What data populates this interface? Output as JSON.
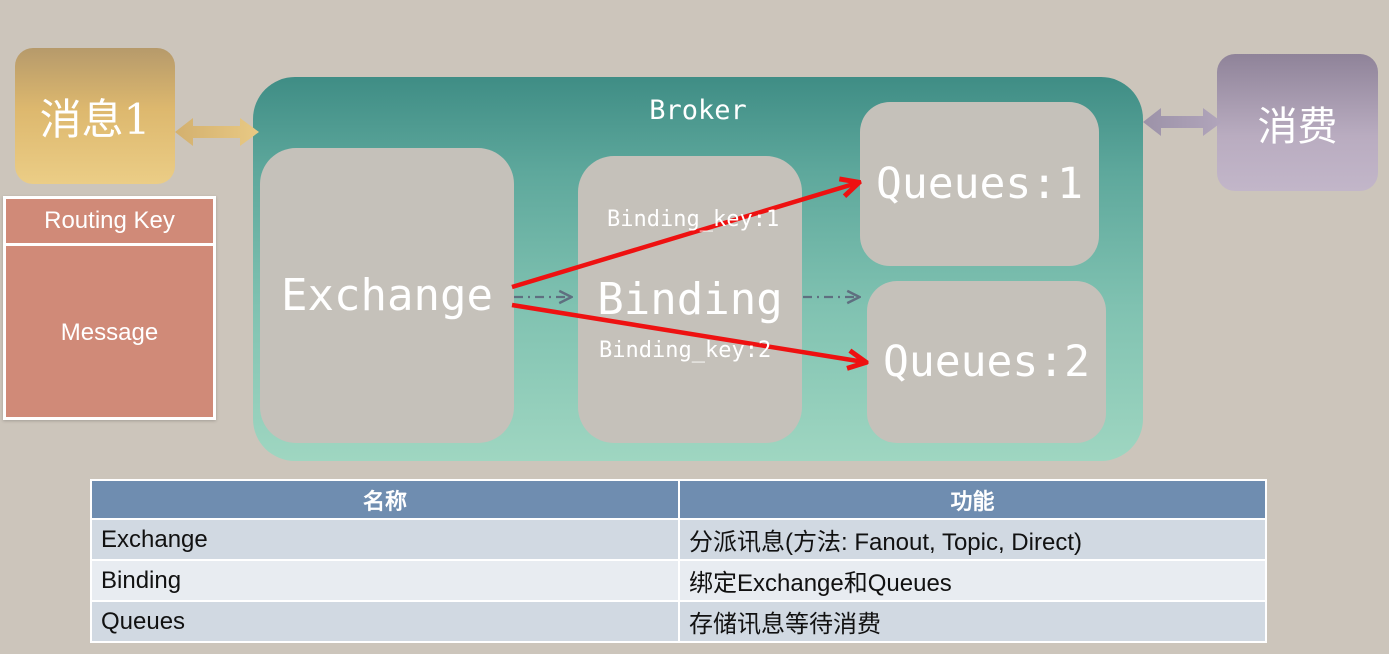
{
  "message": {
    "label": "消息1"
  },
  "consumer": {
    "label": "消费"
  },
  "packet": {
    "routing_key": "Routing Key",
    "message": "Message"
  },
  "broker": {
    "title": "Broker",
    "exchange": "Exchange",
    "binding": "Binding",
    "binding_key_1": "Binding_key:1",
    "binding_key_2": "Binding_key:2",
    "queue_1": "Queues:1",
    "queue_2": "Queues:2"
  },
  "table": {
    "headers": [
      "名称",
      "功能"
    ],
    "rows": [
      [
        "Exchange",
        "分派讯息(方法: Fanout, Topic, Direct)"
      ],
      [
        "Binding",
        "绑定Exchange和Queues"
      ],
      [
        "Queues",
        "存储讯息等待消费"
      ]
    ]
  },
  "colors": {
    "background": "#ccc5bb",
    "broker": "#5ea89c",
    "arrow": "#ee1111",
    "message_box": "#ddb86e",
    "consumer_box": "#b9acc0",
    "packet": "#d08a78",
    "table_header": "#6f8db0"
  }
}
